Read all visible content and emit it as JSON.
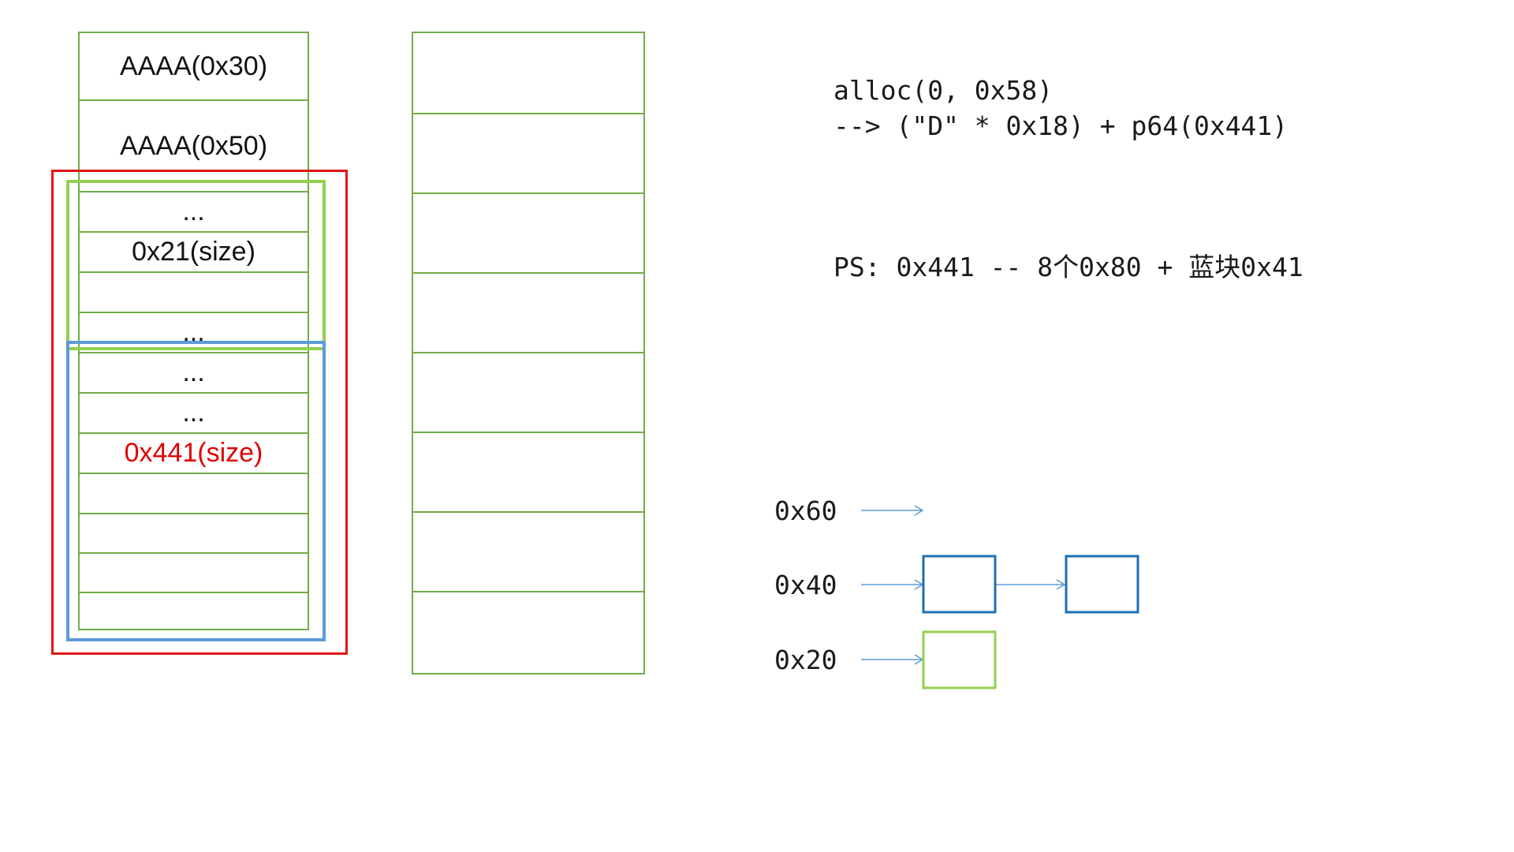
{
  "heap_column": {
    "cells": [
      {
        "text": "AAAA(0x30)"
      },
      {
        "text": "AAAA(0x50)"
      },
      {
        "text": "..."
      },
      {
        "text": "0x21(size)"
      },
      {
        "text": ""
      },
      {
        "text": "..."
      },
      {
        "text": "..."
      },
      {
        "text": "..."
      },
      {
        "text": "0x441(size)"
      },
      {
        "text": ""
      },
      {
        "text": ""
      },
      {
        "text": ""
      },
      {
        "text": ""
      }
    ]
  },
  "code": {
    "line1": "alloc(0, 0x58)",
    "line2": "--> (\"D\" * 0x18) + p64(0x441)",
    "ps_note": "PS: 0x441 -- 8个0x80 + 蓝块0x41"
  },
  "bins": {
    "labels": [
      "0x60",
      "0x40",
      "0x20"
    ]
  },
  "colors": {
    "grid_green": "#70ad47",
    "red_box": "#e21616",
    "green_box": "#92d050",
    "blue_box": "#5b9bd5",
    "arrow_blue": "#5b9bd5",
    "chunk_blue": "#1f6fb2",
    "chunk_green": "#92d050",
    "size_red": "#e00000"
  }
}
